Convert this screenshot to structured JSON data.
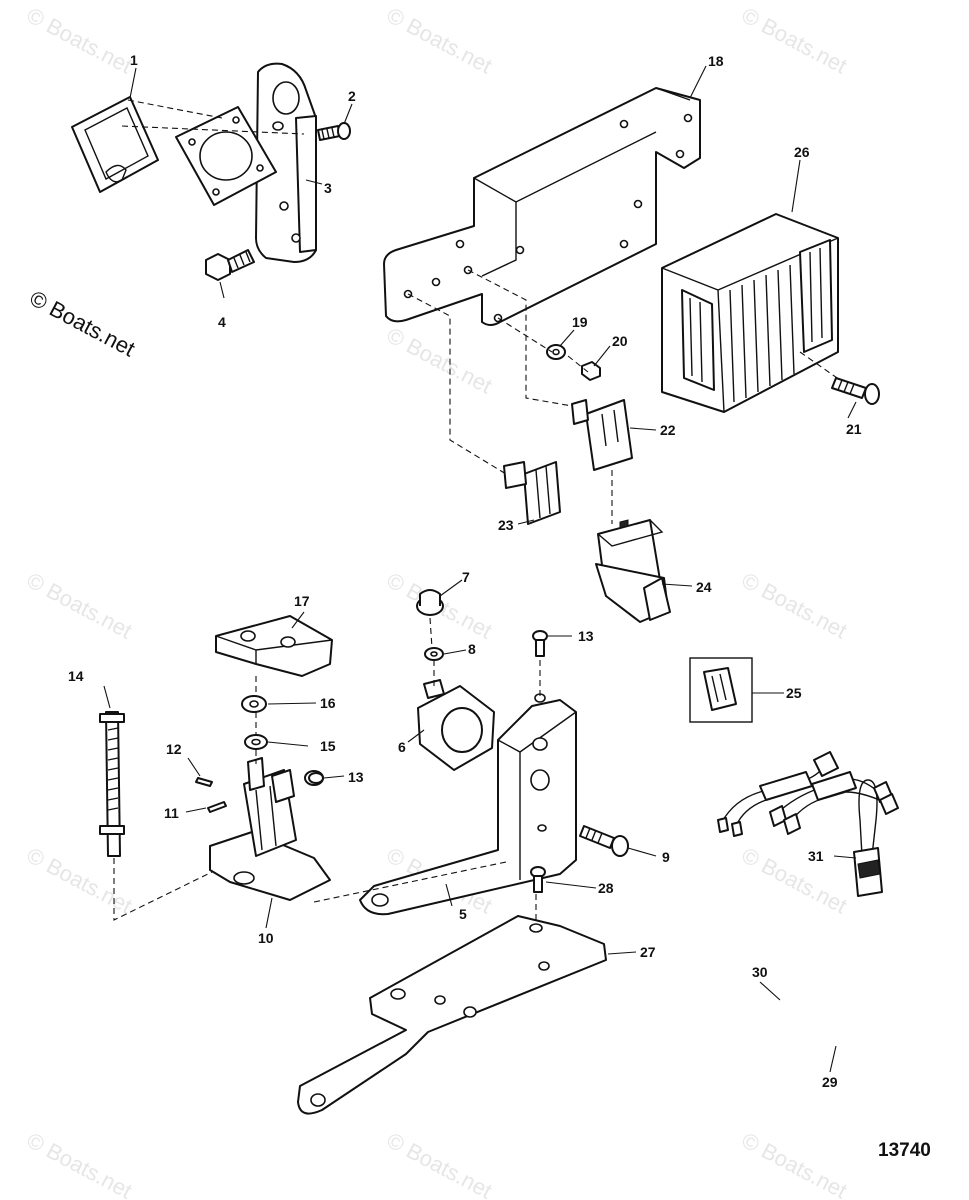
{
  "watermark": {
    "text": "© Boats.net",
    "prominent_text": "© Boats.net"
  },
  "figure_number": "13740",
  "callouts": [
    "1",
    "2",
    "3",
    "4",
    "5",
    "6",
    "7",
    "8",
    "9",
    "10",
    "11",
    "12",
    "13",
    "13",
    "14",
    "15",
    "16",
    "17",
    "18",
    "19",
    "20",
    "21",
    "22",
    "23",
    "24",
    "25",
    "26",
    "27",
    "28",
    "29",
    "30",
    "31"
  ]
}
